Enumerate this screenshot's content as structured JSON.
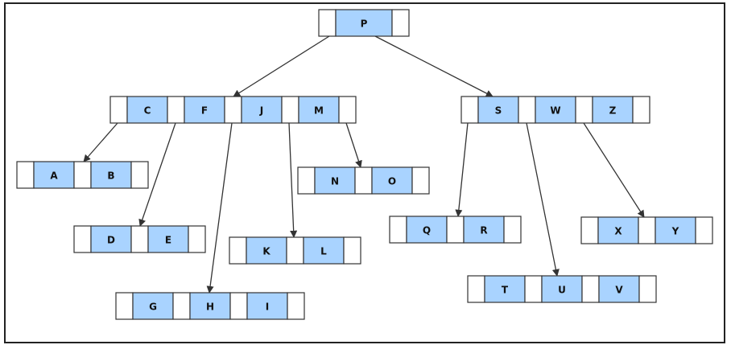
{
  "diagram": {
    "nodes": [
      {
        "id": "root",
        "keys": [
          "P"
        ]
      },
      {
        "id": "cfjm",
        "keys": [
          "C",
          "F",
          "J",
          "M"
        ]
      },
      {
        "id": "swz",
        "keys": [
          "S",
          "W",
          "Z"
        ]
      },
      {
        "id": "ab",
        "keys": [
          "A",
          "B"
        ]
      },
      {
        "id": "de",
        "keys": [
          "D",
          "E"
        ]
      },
      {
        "id": "ghi",
        "keys": [
          "G",
          "H",
          "I"
        ]
      },
      {
        "id": "kl",
        "keys": [
          "K",
          "L"
        ]
      },
      {
        "id": "no",
        "keys": [
          "N",
          "O"
        ]
      },
      {
        "id": "qr",
        "keys": [
          "Q",
          "R"
        ]
      },
      {
        "id": "tuv",
        "keys": [
          "T",
          "U",
          "V"
        ]
      },
      {
        "id": "xy",
        "keys": [
          "X",
          "Y"
        ]
      }
    ],
    "edges": [
      {
        "from": "root",
        "pointer": 0,
        "to": "cfjm"
      },
      {
        "from": "root",
        "pointer": 1,
        "to": "swz"
      },
      {
        "from": "cfjm",
        "pointer": 0,
        "to": "ab"
      },
      {
        "from": "cfjm",
        "pointer": 1,
        "to": "de"
      },
      {
        "from": "cfjm",
        "pointer": 2,
        "to": "ghi"
      },
      {
        "from": "cfjm",
        "pointer": 3,
        "to": "kl"
      },
      {
        "from": "cfjm",
        "pointer": 4,
        "to": "no"
      },
      {
        "from": "swz",
        "pointer": 0,
        "to": "qr"
      },
      {
        "from": "swz",
        "pointer": 1,
        "to": "tuv"
      },
      {
        "from": "swz",
        "pointer": 2,
        "to": "xy"
      }
    ],
    "colors": {
      "key_fill": "#a9d3ff",
      "pointer_fill": "#ffffff",
      "stroke": "#333333"
    }
  }
}
